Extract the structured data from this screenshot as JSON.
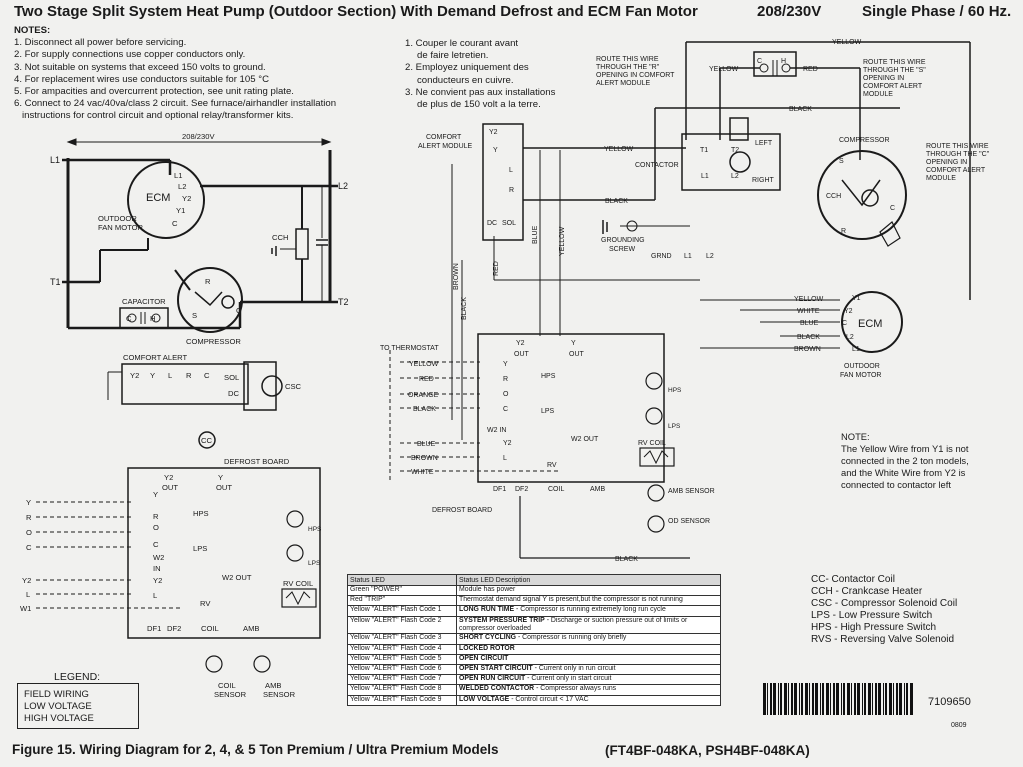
{
  "header": {
    "title": "Two Stage Split System Heat Pump (Outdoor Section) With Demand Defrost and ECM Fan Motor",
    "voltage": "208/230V",
    "phase": "Single Phase / 60 Hz."
  },
  "notes_en": {
    "heading": "NOTES:",
    "items": [
      "1. Disconnect all power before servicing.",
      "2. For supply connections use copper conductors only.",
      "3. Not suitable on systems that exceed 150 volts to ground.",
      "4. For replacement wires use conductors suitable for 105 °C",
      "5. For ampacities and overcurrent protection, see unit rating plate.",
      "6. Connect to 24 vac/40va/class 2 circuit. See furnace/airhandler installation",
      "    instructions for control circuit and optional relay/transformer kits."
    ]
  },
  "notes_fr": {
    "items": [
      "1. Couper le courant avant",
      "    de faire letretien.",
      "2. Employez uniquement des",
      "    conducteurs en cuivre.",
      "3. Ne convient pas aux installations",
      "    de plus de 150 volt a la terre."
    ]
  },
  "left_diagram": {
    "supply_voltage": "208/230V",
    "l1": "L1",
    "l2": "L2",
    "t1": "T1",
    "t2": "T2",
    "ecm_label": "ECM",
    "ecm_terminals": [
      "L1",
      "L2",
      "Y2",
      "Y1",
      "C"
    ],
    "outdoor_fan_motor": [
      "OUTDOOR",
      "FAN MOTOR"
    ],
    "cch": "CCH",
    "capacitor": "CAPACITOR",
    "cap_terminals": [
      "C",
      "H"
    ],
    "compressor": "COMPRESSOR",
    "comp_terminals": [
      "R",
      "S",
      "C"
    ],
    "comfort_alert": "COMFORT ALERT",
    "ca_terminals": [
      "Y2",
      "Y",
      "L",
      "R",
      "C"
    ],
    "sol": "SOL",
    "dc": "DC",
    "csc": "CSC",
    "cc": "CC",
    "defrost_board": "DEFROST BOARD",
    "out_y2": [
      "Y2",
      "OUT"
    ],
    "out_y": [
      "Y",
      "OUT"
    ],
    "board_terms": [
      "Y",
      "R",
      "O",
      "C",
      "W2",
      "IN",
      "Y2",
      "L"
    ],
    "field_terms": [
      "Y",
      "R",
      "O",
      "C",
      "Y2",
      "L",
      "W1"
    ],
    "hps": "HPS",
    "lps": "LPS",
    "w2out": "W2 OUT",
    "rv": "RV",
    "rvcoil": "RV COIL",
    "bottom_terms": [
      "DF1",
      "DF2",
      "COIL",
      "AMB"
    ],
    "coil_sensor": [
      "COIL",
      "SENSOR"
    ],
    "amb_sensor": [
      "AMB",
      "SENSOR"
    ]
  },
  "right_diagram": {
    "route_r": [
      "ROUTE THIS WIRE",
      "THROUGH THE \"R\"",
      "OPENING IN COMFORT",
      "ALERT MODULE"
    ],
    "route_s": [
      "ROUTE THIS WIRE",
      "THROUGH THE \"S\"",
      "OPENING IN",
      "COMFORT ALERT",
      "MODULE"
    ],
    "route_c": [
      "ROUTE THIS WIRE",
      "THROUGH THE \"C\"",
      "OPENING IN",
      "COMFORT ALERT",
      "MODULE"
    ],
    "yellow": "YELLOW",
    "red": "RED",
    "black": "BLACK",
    "white": "WHITE",
    "blue": "BLUE",
    "brown": "BROWN",
    "orange": "ORANGE",
    "cap_terms": [
      "C",
      "H"
    ],
    "comfort_alert_module": [
      "COMFORT",
      "ALERT MODULE"
    ],
    "cam_terms": [
      "Y2",
      "Y",
      "L",
      "R",
      "DC",
      "SOL"
    ],
    "contactor": "CONTACTOR",
    "contactor_terms": [
      "T1",
      "T2",
      "L1",
      "L2"
    ],
    "left": "LEFT",
    "right": "RIGHT",
    "compressor": "COMPRESSOR",
    "comp_terms": [
      "S",
      "R",
      "C"
    ],
    "cch": "CCH",
    "grounding_screw": [
      "GROUNDING",
      "SCREW"
    ],
    "grnd": [
      "GRND",
      "L1",
      "L2"
    ],
    "ecm": "ECM",
    "ecm_terms": [
      "Y1",
      "Y2",
      "C",
      "L2",
      "L1"
    ],
    "outdoor_fan_motor": [
      "OUTDOOR",
      "FAN MOTOR"
    ],
    "to_thermostat": "TO THERMOSTAT",
    "tstat_wires": [
      "YELLOW",
      "RED",
      "ORANGE",
      "BLACK",
      "BLUE",
      "BROWN",
      "WHITE"
    ],
    "board_terms": [
      "Y",
      "R",
      "O",
      "C",
      "W2 IN",
      "Y2",
      "L"
    ],
    "y2out": [
      "Y2",
      "OUT"
    ],
    "yout": [
      "Y",
      "OUT"
    ],
    "hps": "HPS",
    "lps": "LPS",
    "w2out": "W2 OUT",
    "rv": "RV",
    "rvcoil": "RV COIL",
    "defrost_board": "DEFROST BOARD",
    "bottom_terms": [
      "DF1",
      "DF2",
      "COIL",
      "AMB"
    ],
    "amb_sensor": "AMB SENSOR",
    "od_sensor": "OD SENSOR",
    "brown_vert": "BROWN",
    "black_vert": "BLACK",
    "red_vert": "RED",
    "blue_vert": "BLUE",
    "yellow_vert": "YELLOW"
  },
  "diagram_note": {
    "heading": "NOTE:",
    "lines": [
      "The Yellow Wire from Y1 is not",
      "connected in the 2 ton models,",
      "and the White Wire from Y2 is",
      "connected to contactor left"
    ]
  },
  "status_table": {
    "headers": [
      "Status LED",
      "Status LED Description"
    ],
    "rows": [
      {
        "led": "Green \"POWER\"",
        "bold": "",
        "desc": "Module has power"
      },
      {
        "led": "Red \"TRIP\"",
        "bold": "",
        "desc": "Thermostat demand signal Y is present,but the compressor is not running"
      },
      {
        "led": "Yellow \"ALERT\" Flash Code 1",
        "bold": "LONG RUN TIME",
        "desc": " - Compressor is running extremely long run cycle"
      },
      {
        "led": "Yellow \"ALERT\" Flash Code 2",
        "bold": "SYSTEM PRESSURE TRIP",
        "desc": " - Discharge or suction pressure out of limits or compressor overloaded"
      },
      {
        "led": "Yellow \"ALERT\" Flash Code 3",
        "bold": "SHORT CYCLING",
        "desc": " - Compressor is running only briefly"
      },
      {
        "led": "Yellow \"ALERT\" Flash Code 4",
        "bold": "LOCKED ROTOR",
        "desc": ""
      },
      {
        "led": "Yellow \"ALERT\" Flash Code 5",
        "bold": "OPEN CIRCUIT",
        "desc": ""
      },
      {
        "led": "Yellow \"ALERT\" Flash Code 6",
        "bold": "OPEN START CIRCUIT",
        "desc": " - Current only in run circuit"
      },
      {
        "led": "Yellow \"ALERT\" Flash Code 7",
        "bold": "OPEN RUN CIRCUIT",
        "desc": " - Current only in start circuit"
      },
      {
        "led": "Yellow \"ALERT\" Flash Code 8",
        "bold": "WELDED CONTACTOR",
        "desc": " - Compressor always runs"
      },
      {
        "led": "Yellow \"ALERT\" Flash Code 9",
        "bold": "LOW VOLTAGE",
        "desc": " - Control circuit < 17 VAC"
      }
    ]
  },
  "abbreviations": [
    "CC- Contactor Coil",
    "CCH - Crankcase Heater",
    "CSC - Compressor Solenoid Coil",
    "LPS - Low Pressure Switch",
    "HPS - High Pressure Switch",
    "RVS - Reversing Valve Solenoid"
  ],
  "legend": {
    "title": "LEGEND:",
    "items": [
      "FIELD WIRING",
      "LOW VOLTAGE",
      "HIGH VOLTAGE"
    ]
  },
  "part_number": "7109650",
  "small_code": "0809",
  "caption": "Figure 15. Wiring Diagram for 2, 4, & 5 Ton Premium / Ultra Premium Models",
  "model": "(FT4BF-048KA, PSH4BF-048KA)"
}
